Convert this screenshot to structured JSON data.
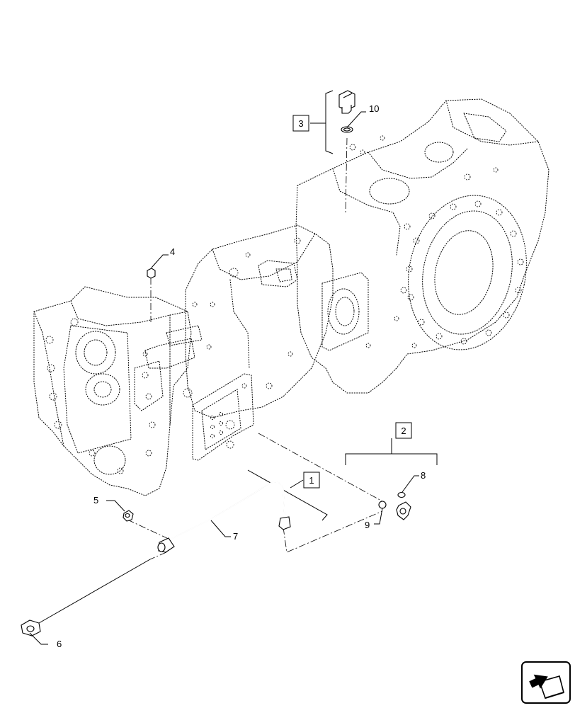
{
  "callouts": {
    "c1": "1",
    "c2": "2",
    "c3": "3",
    "c4": "4",
    "c5": "5",
    "c6": "6",
    "c7": "7",
    "c8": "8",
    "c9": "9",
    "c10": "10"
  },
  "icons": {
    "nav_arrow": "next-page-arrow-icon"
  }
}
